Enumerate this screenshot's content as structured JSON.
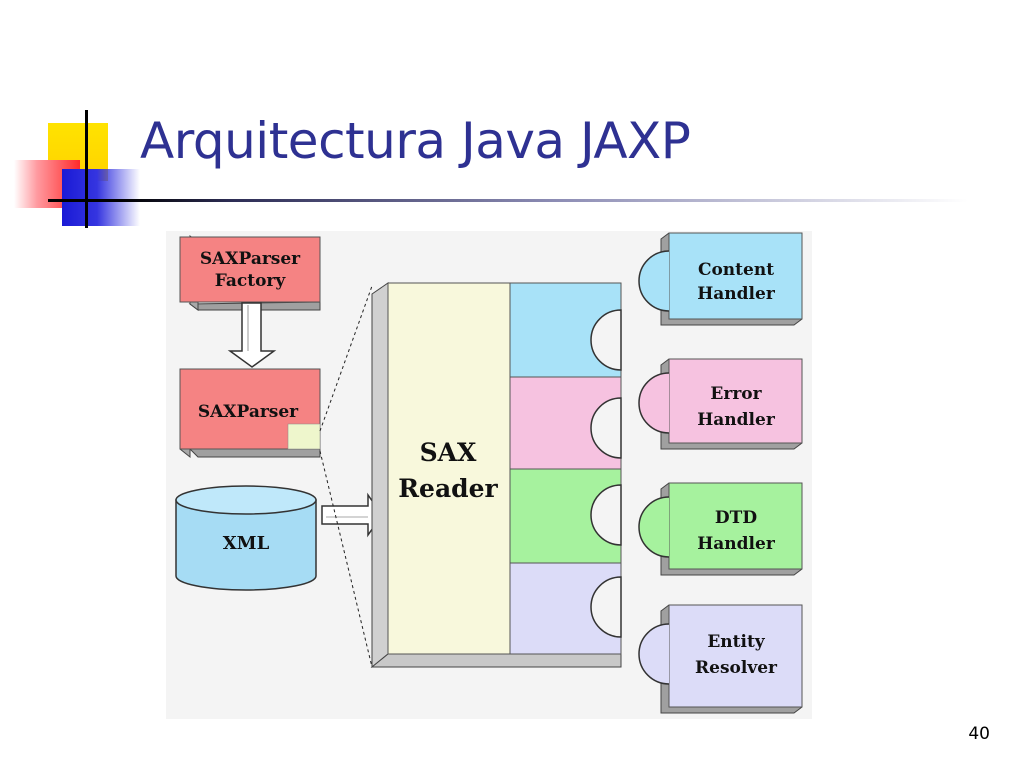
{
  "slide": {
    "title": "Arquitectura Java JAXP",
    "page_number": "40"
  },
  "diagram": {
    "saxparser_factory": {
      "line1": "SAXParser",
      "line2": "Factory"
    },
    "saxparser": "SAXParser",
    "xml": "XML",
    "sax_reader": {
      "line1": "SAX",
      "line2": "Reader"
    },
    "handlers": [
      {
        "line1": "Content",
        "line2": "Handler",
        "color": "#a8e2f8"
      },
      {
        "line1": "Error",
        "line2": "Handler",
        "color": "#f6c2e0"
      },
      {
        "line1": "DTD",
        "line2": "Handler",
        "color": "#a6f29e"
      },
      {
        "line1": "Entity",
        "line2": "Resolver",
        "color": "#dcdcf8"
      }
    ]
  }
}
